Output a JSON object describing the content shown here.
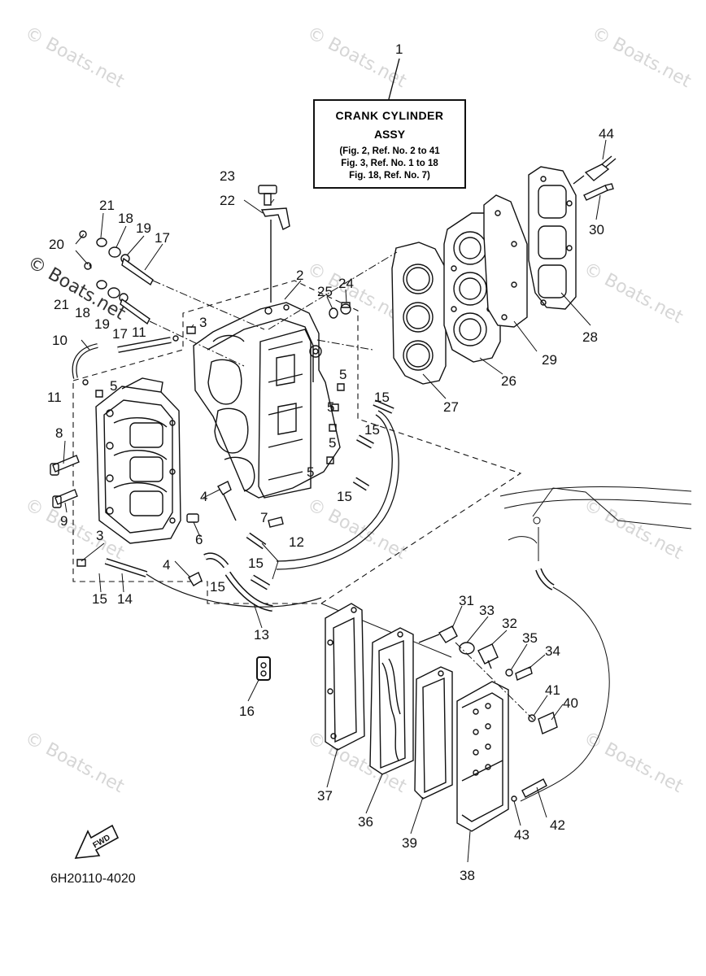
{
  "title_box": {
    "line1": "CRANK CYLINDER",
    "line2": "ASSY",
    "refs": [
      "(Fig. 2, Ref. No. 2 to 41",
      "Fig. 3, Ref. No. 1 to 18",
      "Fig. 18, Ref. No. 7)"
    ]
  },
  "diagram_code": "6H20110-4020",
  "fwd_label": "FWD",
  "watermark_text": "© Boats.net",
  "callouts": [
    {
      "id": "c1",
      "text": "1"
    },
    {
      "id": "c2",
      "text": "2"
    },
    {
      "id": "c3a",
      "text": "3"
    },
    {
      "id": "c3b",
      "text": "3"
    },
    {
      "id": "c4a",
      "text": "4"
    },
    {
      "id": "c4b",
      "text": "4"
    },
    {
      "id": "c5a",
      "text": "5"
    },
    {
      "id": "c5b",
      "text": "5"
    },
    {
      "id": "c5c",
      "text": "5"
    },
    {
      "id": "c5d",
      "text": "5"
    },
    {
      "id": "c5e",
      "text": "5"
    },
    {
      "id": "c6",
      "text": "6"
    },
    {
      "id": "c7",
      "text": "7"
    },
    {
      "id": "c8",
      "text": "8"
    },
    {
      "id": "c9",
      "text": "9"
    },
    {
      "id": "c10",
      "text": "10"
    },
    {
      "id": "c11a",
      "text": "11"
    },
    {
      "id": "c11b",
      "text": "11"
    },
    {
      "id": "c12",
      "text": "12"
    },
    {
      "id": "c13",
      "text": "13"
    },
    {
      "id": "c14",
      "text": "14"
    },
    {
      "id": "c15a",
      "text": "15"
    },
    {
      "id": "c15b",
      "text": "15"
    },
    {
      "id": "c15c",
      "text": "15"
    },
    {
      "id": "c15d",
      "text": "15"
    },
    {
      "id": "c15e",
      "text": "15"
    },
    {
      "id": "c15f",
      "text": "15"
    },
    {
      "id": "c16",
      "text": "16"
    },
    {
      "id": "c17a",
      "text": "17"
    },
    {
      "id": "c17b",
      "text": "17"
    },
    {
      "id": "c18a",
      "text": "18"
    },
    {
      "id": "c18b",
      "text": "18"
    },
    {
      "id": "c19a",
      "text": "19"
    },
    {
      "id": "c19b",
      "text": "19"
    },
    {
      "id": "c20",
      "text": "20"
    },
    {
      "id": "c21a",
      "text": "21"
    },
    {
      "id": "c21b",
      "text": "21"
    },
    {
      "id": "c22",
      "text": "22"
    },
    {
      "id": "c23",
      "text": "23"
    },
    {
      "id": "c24",
      "text": "24"
    },
    {
      "id": "c25",
      "text": "25"
    },
    {
      "id": "c26",
      "text": "26"
    },
    {
      "id": "c27",
      "text": "27"
    },
    {
      "id": "c28",
      "text": "28"
    },
    {
      "id": "c29",
      "text": "29"
    },
    {
      "id": "c30",
      "text": "30"
    },
    {
      "id": "c31",
      "text": "31"
    },
    {
      "id": "c32",
      "text": "32"
    },
    {
      "id": "c33",
      "text": "33"
    },
    {
      "id": "c34",
      "text": "34"
    },
    {
      "id": "c35",
      "text": "35"
    },
    {
      "id": "c36",
      "text": "36"
    },
    {
      "id": "c37",
      "text": "37"
    },
    {
      "id": "c38",
      "text": "38"
    },
    {
      "id": "c39",
      "text": "39"
    },
    {
      "id": "c40",
      "text": "40"
    },
    {
      "id": "c41",
      "text": "41"
    },
    {
      "id": "c42",
      "text": "42"
    },
    {
      "id": "c43",
      "text": "43"
    },
    {
      "id": "c44",
      "text": "44"
    }
  ]
}
